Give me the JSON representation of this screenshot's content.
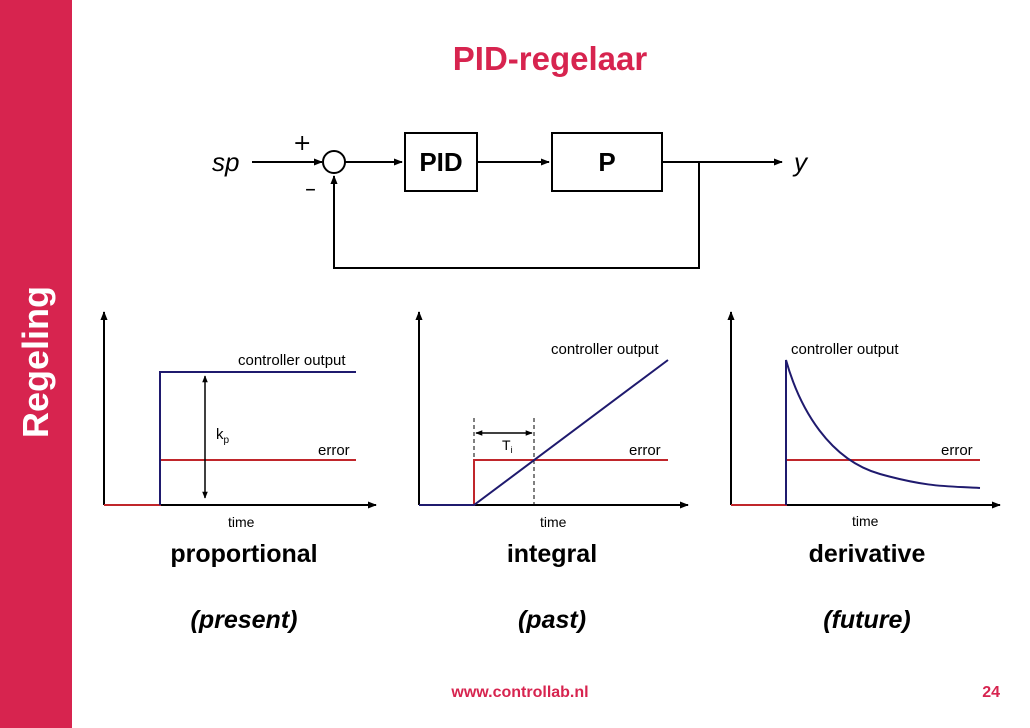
{
  "sidebar": {
    "label": "Regeling"
  },
  "title": "PID-regelaar",
  "block_diagram": {
    "input_label": "sp",
    "plus_sign": "+",
    "minus_sign": "–",
    "controller_label": "PID",
    "process_label": "P",
    "output_label": "y"
  },
  "graphs": {
    "proportional": {
      "output_label": "controller output",
      "error_label": "error",
      "time_label": "time",
      "gain_label": "k",
      "gain_subscript": "p",
      "caption": "proportional",
      "subcaption": "(present)"
    },
    "integral": {
      "output_label": "controller output",
      "error_label": "error",
      "time_label": "time",
      "time_constant_label": "T",
      "time_constant_subscript": "i",
      "caption": "integral",
      "subcaption": "(past)"
    },
    "derivative": {
      "output_label": "controller output",
      "error_label": "error",
      "time_label": "time",
      "caption": "derivative",
      "subcaption": "(future)"
    }
  },
  "colors": {
    "accent": "#d7244f",
    "output_line": "#1f1a6e",
    "error_line": "#c0262b"
  },
  "footer": {
    "url": "www.controllab.nl",
    "page_number": "24"
  }
}
